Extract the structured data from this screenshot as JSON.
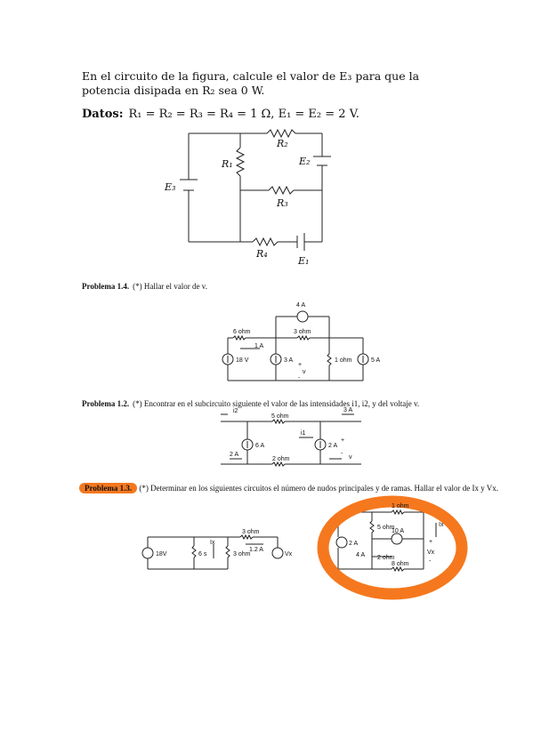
{
  "problem_intro": {
    "text": "En el circuito de la figura, calcule el valor de E₃ para que la potencia disipada en R₂ sea 0 W.",
    "datos_label": "Datos:",
    "datos_values": "R₁ = R₂ = R₃ = R₄ = 1 Ω, E₁ = E₂ = 2 V."
  },
  "circuit_1": {
    "labels": {
      "r2": "R₂",
      "r1": "R₁",
      "e2": "E₂",
      "e3": "E₃",
      "r3": "R₃",
      "r4": "R₄",
      "e1": "E₁"
    }
  },
  "problem_14": {
    "label": "Problema 1.4.",
    "text": "(*) Hallar el valor de v.",
    "circuit": {
      "top_source": "4 A",
      "r_left": "6 ohm",
      "r_mid": "3 ohm",
      "i_label": "1 A",
      "src_left": "18 V",
      "src_mid": "3 A",
      "r_right": "1 ohm",
      "src_right": "5 A",
      "v_plus": "+",
      "v_label": "v",
      "v_minus": "-"
    }
  },
  "problem_12": {
    "label": "Problema 1.2.",
    "text": "(*) Encontrar en el subcircuito siguiente el valor de las intensidades i1, i2, y del voltaje v.",
    "circuit": {
      "i2": "i2",
      "i3": "3 A",
      "r_top": "5 ohm",
      "src_left": "6 A",
      "i1": "i1",
      "src_right": "2 A",
      "plus": "+",
      "minus": "-",
      "v": "v",
      "i_bottom": "2 A",
      "r_bottom": "2 ohm"
    }
  },
  "problem_13": {
    "label": "Problema 1.3.",
    "text": "(*) Determinar en los siguientes circuitos el número de nudos principales y de ramas. Hallar el valor de Ix y Vx.",
    "circuit_left": {
      "src_left": "18V",
      "r_left": "6 s",
      "ix": "Ix",
      "r_mid": "3 ohm",
      "r_top": "3 ohm",
      "i_top": "1.2 A",
      "src_right": "Vx"
    },
    "circuit_right": {
      "r_top": "1 ohm",
      "ix": "Ix",
      "src_left": "2 A",
      "r_mid": "5 ohm",
      "src_mid": "10 A",
      "plus": "+",
      "vx": "Vx",
      "minus": "-",
      "src_small": "4 A",
      "r_low": "2 ohm",
      "r_bottom": "8 ohm"
    }
  },
  "colors": {
    "highlight": "#f5781e",
    "ink": "#111111"
  }
}
